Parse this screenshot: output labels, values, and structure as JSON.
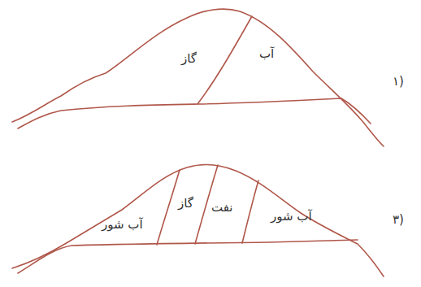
{
  "diagram": {
    "nodes": [
      {
        "text": [
          "گاز"
        ]
      },
      {
        "text": [
          "آب"
        ]
      },
      {
        "text": [
          "آب شور"
        ]
      },
      {
        "text": [
          "گاز"
        ]
      },
      {
        "text": [
          "نفت"
        ]
      },
      {
        "text": [
          "آب شور"
        ]
      }
    ],
    "labels": [
      "۱)",
      "۳)"
    ]
  }
}
